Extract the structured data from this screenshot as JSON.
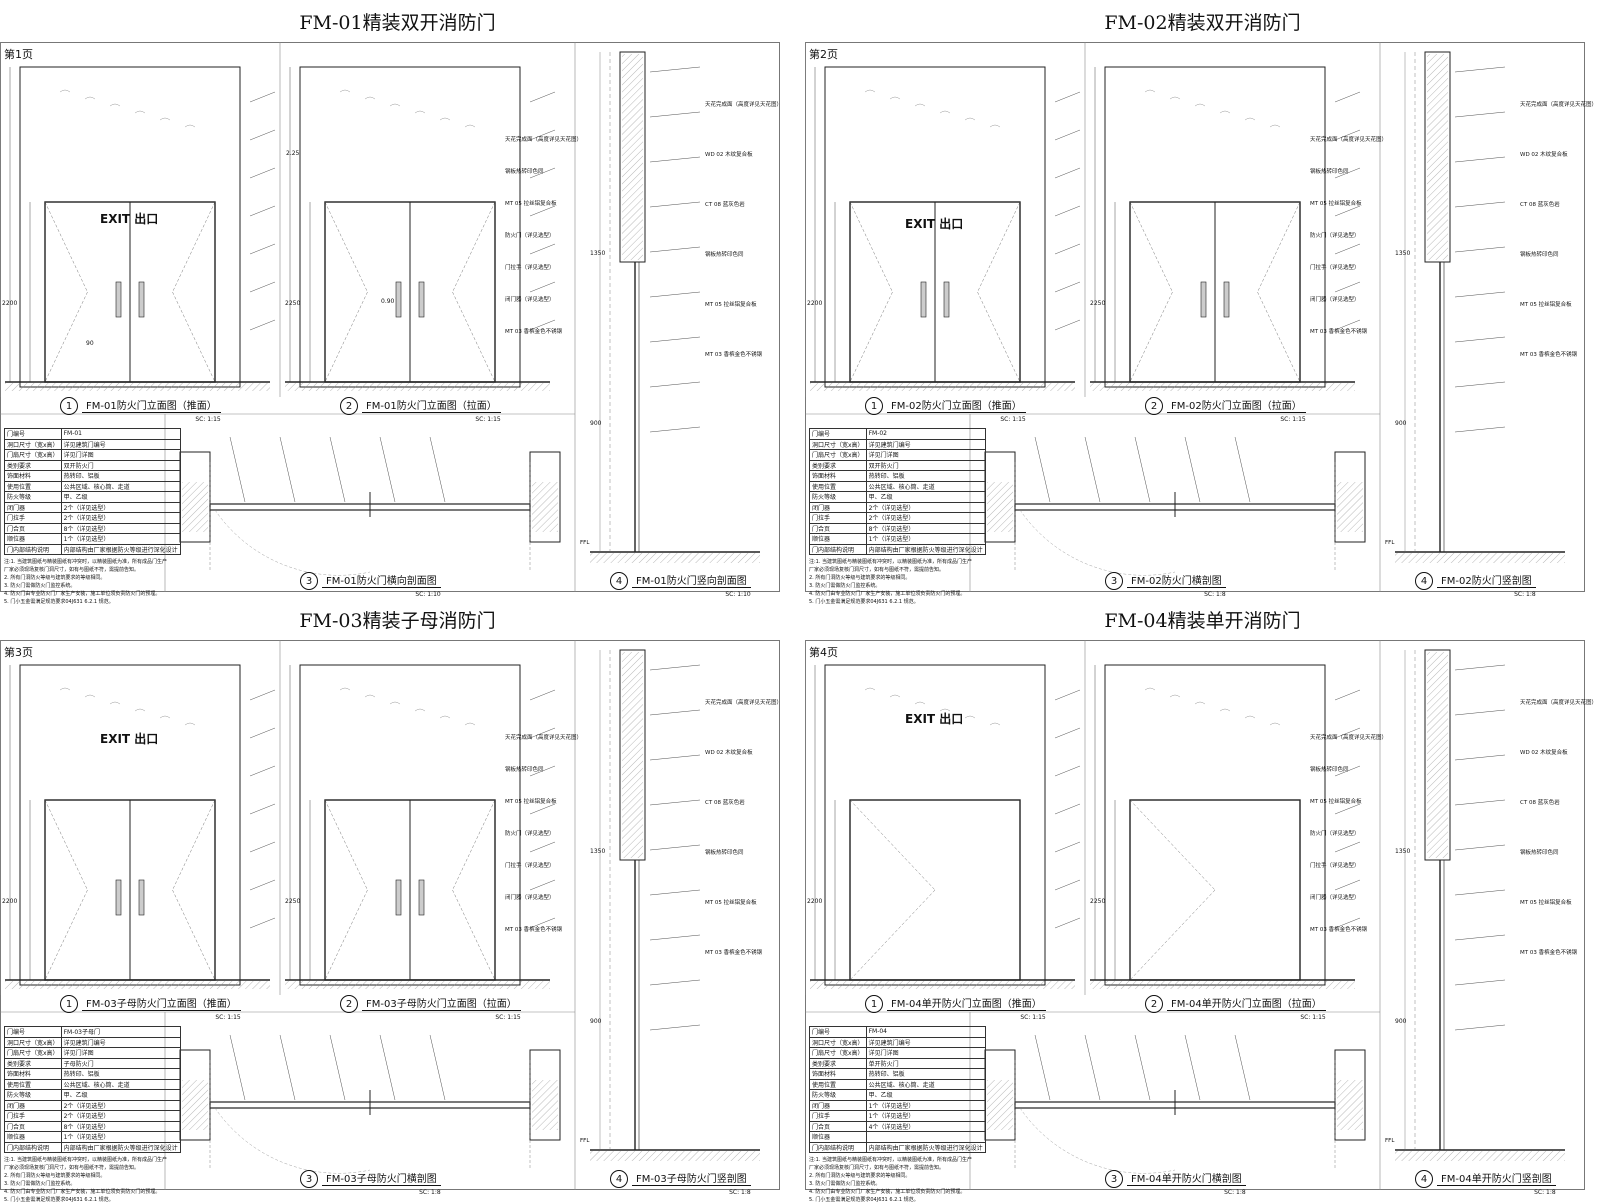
{
  "sheets": [
    {
      "title": "FM-01精装双开消防门",
      "page": "第1页",
      "exit": "EXIT 出口",
      "code": "FM-01",
      "type": "双开防火门",
      "closer": "2个（详见选型）",
      "handle": "2个（详见选型）",
      "hinge": "8个（详见选型）",
      "seq": "1个（详见选型）",
      "captions": [
        {
          "n": "1",
          "t": "FM-01防火门立面图（推面）",
          "sc": "SC: 1:15"
        },
        {
          "n": "2",
          "t": "FM-01防火门立面图（拉面）",
          "sc": "SC: 1:15"
        },
        {
          "n": "3",
          "t": "FM-01防火门横向剖面图",
          "sc": "SC: 1:10"
        },
        {
          "n": "4",
          "t": "FM-01防火门竖向剖面图",
          "sc": "SC: 1:10"
        }
      ]
    },
    {
      "title": "FM-02精装双开消防门",
      "page": "第2页",
      "exit": "EXIT 出口",
      "code": "FM-02",
      "type": "双开防火门",
      "closer": "2个（详见选型）",
      "handle": "2个（详见选型）",
      "hinge": "8个（详见选型）",
      "seq": "1个（详见选型）",
      "captions": [
        {
          "n": "1",
          "t": "FM-02防火门立面图（推面）",
          "sc": "SC: 1:15"
        },
        {
          "n": "2",
          "t": "FM-02防火门立面图（拉面）",
          "sc": "SC: 1:15"
        },
        {
          "n": "3",
          "t": "FM-02防火门横剖图",
          "sc": "SC: 1:8"
        },
        {
          "n": "4",
          "t": "FM-02防火门竖剖图",
          "sc": "SC: 1:8"
        }
      ]
    },
    {
      "title": "FM-03精装子母消防门",
      "page": "第3页",
      "exit": "EXIT 出口",
      "code": "FM-03子母门",
      "type": "子母防火门",
      "closer": "2个（详见选型）",
      "handle": "2个（详见选型）",
      "hinge": "8个（详见选型）",
      "seq": "1个（详见选型）",
      "captions": [
        {
          "n": "1",
          "t": "FM-03子母防火门立面图（推面）",
          "sc": "SC: 1:15"
        },
        {
          "n": "2",
          "t": "FM-03子母防火门立面图（拉面）",
          "sc": "SC: 1:15"
        },
        {
          "n": "3",
          "t": "FM-03子母防火门横剖图",
          "sc": "SC: 1:8"
        },
        {
          "n": "4",
          "t": "FM-03子母防火门竖剖图",
          "sc": "SC: 1:8"
        }
      ]
    },
    {
      "title": "FM-04精装单开消防门",
      "page": "第4页",
      "exit": "EXIT 出口",
      "code": "FM-04",
      "type": "单开防火门",
      "closer": "1个（详见选型）",
      "handle": "1个（详见选型）",
      "hinge": "4个（详见选型）",
      "seq": "",
      "captions": [
        {
          "n": "1",
          "t": "FM-04单开防火门立面图（推面）",
          "sc": "SC: 1:15"
        },
        {
          "n": "2",
          "t": "FM-04单开防火门立面图（拉面）",
          "sc": "SC: 1:15"
        },
        {
          "n": "3",
          "t": "FM-04单开防火门横剖图",
          "sc": "SC: 1:8"
        },
        {
          "n": "4",
          "t": "FM-04单开防火门竖剖图",
          "sc": "SC: 1:8"
        }
      ]
    }
  ],
  "table_labels": [
    "门编号",
    "洞口尺寸（宽x高）",
    "门扇尺寸（宽x高）",
    "类别要求",
    "饰面材料",
    "使用位置",
    "防火等级",
    "闭门器",
    "门拉手",
    "门合页",
    "顺位器",
    "门内部结构说明"
  ],
  "table_common": {
    "opening": "详见建筑门编号",
    "leaf": "详见门详图",
    "finish": "热转印、铝板",
    "location": "公共区域、核心筒、走道",
    "rating": "甲、乙级",
    "structure": "内部结构由厂家根据防火等级进行深化设计"
  },
  "notes": [
    "注:1. 当建筑图纸与精装图纸有冲突时，以精装图纸为准，所有成品门生产厂家必须现场复核门洞尺寸，如有与图纸不符，需提前告知。",
    "2. 所有门洞防火等级与建筑要求的等级相同。",
    "3. 防火门需做防火门监控系统。",
    "4. 防火门由专业防火门厂家生产安装，施工单位须负责防火门的预埋。",
    "5. 门小五金需满足规范要求04J631 6.2.1 规范。"
  ],
  "annotations": {
    "ceiling": "天花完成面（高度详见天花图）",
    "steel": "钢板热转印色同",
    "mt05": "MT 05 拉丝铝复合板",
    "mt03": "MT 03 香槟金色不锈钢",
    "frame": "防火门（详见选型）",
    "handle": "门拉手（详见选型）",
    "closer": "闭门器（详见选型）",
    "ffl": "FFL",
    "wood": "WD 02 木纹复合板",
    "ct": "CT 08 蓝灰色岩"
  },
  "dims": [
    "2200",
    "2250",
    "900",
    "1350",
    "90",
    "2.25",
    "0.90"
  ]
}
